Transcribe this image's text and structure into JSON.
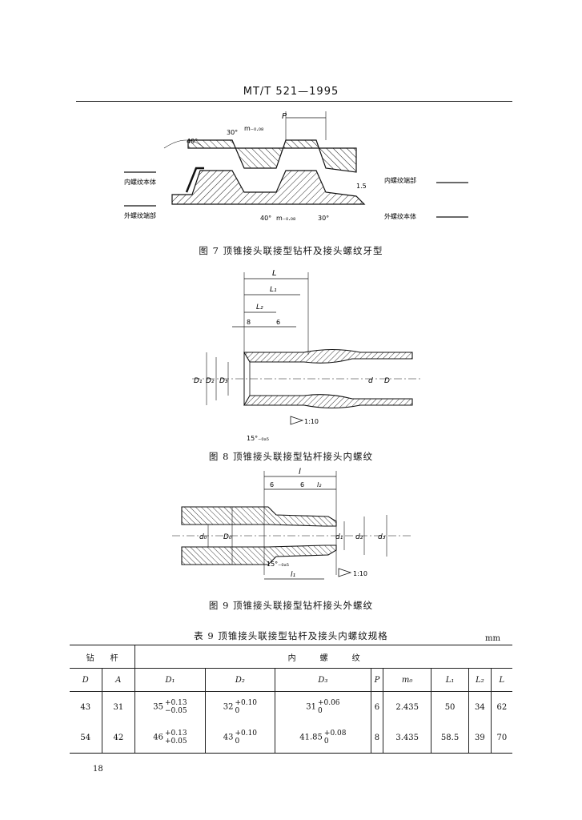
{
  "header": {
    "standard": "MT/T 521—1995"
  },
  "figure7": {
    "caption": "图 7 顶锥接头联接型钻杆及接头螺纹牙型",
    "labels": {
      "pitch": "P",
      "angle_40": "40°",
      "angle_30_top": "30°",
      "m_top": "m₋₀.₀₈",
      "internal_body": "内螺纹本体",
      "external_end": "外螺纹端部",
      "internal_end": "内螺纹端部",
      "external_body": "外螺纹本体",
      "depth": "1.5",
      "angle_40_bottom": "40°",
      "m_bottom": "m₋₀.₀₈",
      "angle_30_bottom": "30°"
    }
  },
  "figure8": {
    "caption": "图 8 顶锥接头联接型钻杆接头内螺纹",
    "labels": {
      "L": "L",
      "L1": "L₁",
      "L2": "L₂",
      "dim8": "8",
      "dim6": "6",
      "D1": "D₁",
      "D2": "D₂",
      "D3": "D₃",
      "d": "d",
      "D": "D",
      "taper": "1:10",
      "angle": "15°₋₀ₐ₅"
    }
  },
  "figure9": {
    "caption": "图 9 顶锥接头联接型钻杆接头外螺纹",
    "labels": {
      "l": "l",
      "dim6a": "6",
      "dim6b": "6",
      "l2": "l₂",
      "d0": "d₀",
      "D0": "D₀",
      "d1": "d₁",
      "d2": "d₂",
      "d3": "d₃",
      "l1": "l₁",
      "angle": "15°₋₀ₐ₅",
      "taper": "1:10"
    }
  },
  "table9": {
    "title": "表 9 顶锥接头联接型钻杆及接头内螺纹规格",
    "unit": "mm",
    "group_drill": "钻　　杆",
    "group_thread": "内　　　螺　　　纹",
    "cols": [
      "D",
      "A",
      "D₁",
      "D₂",
      "D₃",
      "P",
      "m₀",
      "L₁",
      "L₂",
      "L"
    ],
    "rows": [
      {
        "D": "43",
        "A": "31",
        "D1": "35",
        "D1_up": "+0.13",
        "D1_lo": "−0.05",
        "D2": "32",
        "D2_up": "+0.10",
        "D2_lo": "0",
        "D3": "31",
        "D3_up": "+0.06",
        "D3_lo": "0",
        "P": "6",
        "m0": "2.435",
        "L1": "50",
        "L2": "34",
        "L": "62"
      },
      {
        "D": "54",
        "A": "42",
        "D1": "46",
        "D1_up": "+0.13",
        "D1_lo": "+0.05",
        "D2": "43",
        "D2_up": "+0.10",
        "D2_lo": "0",
        "D3": "41.85",
        "D3_up": "+0.08",
        "D3_lo": "0",
        "P": "8",
        "m0": "3.435",
        "L1": "58.5",
        "L2": "39",
        "L": "70"
      }
    ]
  },
  "page_number": "18"
}
